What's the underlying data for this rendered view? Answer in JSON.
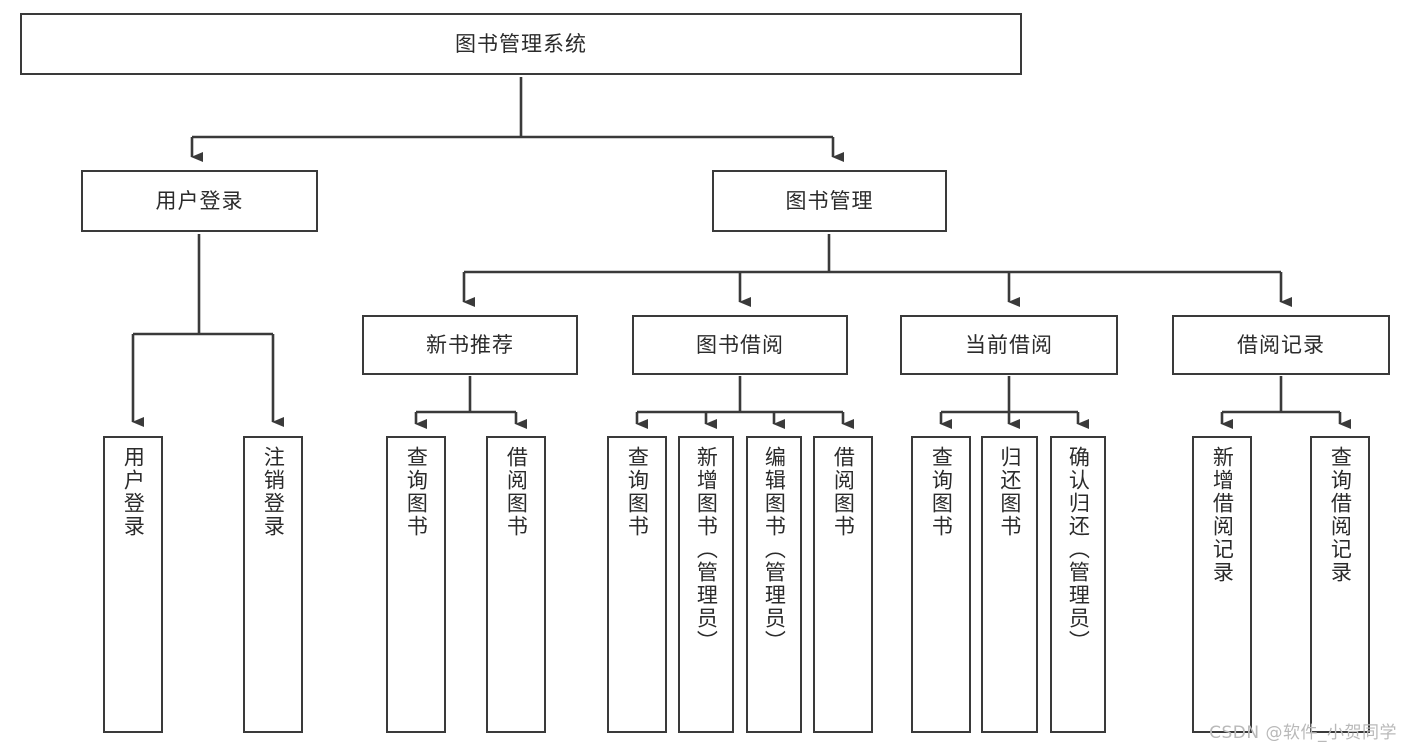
{
  "diagram": {
    "title": "图书管理系统",
    "type": "tree",
    "root": {
      "label": "图书管理系统"
    },
    "level2": [
      {
        "label": "用户登录"
      },
      {
        "label": "图书管理"
      }
    ],
    "level3": [
      {
        "label": "新书推荐"
      },
      {
        "label": "图书借阅"
      },
      {
        "label": "当前借阅"
      },
      {
        "label": "借阅记录"
      }
    ],
    "leaves": {
      "user_login": [
        {
          "label": "用户登录"
        },
        {
          "label": "注销登录"
        }
      ],
      "new_book_recommend": [
        {
          "label": "查询图书"
        },
        {
          "label": "借阅图书"
        }
      ],
      "book_borrow": [
        {
          "label": "查询图书"
        },
        {
          "label": "新增图书（管理员）"
        },
        {
          "label": "编辑图书（管理员）"
        },
        {
          "label": "借阅图书"
        }
      ],
      "current_borrow": [
        {
          "label": "查询图书"
        },
        {
          "label": "归还图书"
        },
        {
          "label": "确认归还（管理员）"
        }
      ],
      "borrow_record": [
        {
          "label": "新增借阅记录"
        },
        {
          "label": "查询借阅记录"
        }
      ]
    }
  },
  "watermark": {
    "text": "CSDN @软件_小贺同学"
  },
  "colors": {
    "stroke": "#3a3a3a",
    "fill": "#ffffff",
    "text": "#2b2b2b",
    "watermark": "#b9b9b9"
  }
}
